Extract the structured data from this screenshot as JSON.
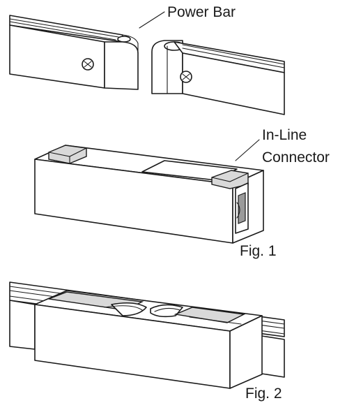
{
  "labels": {
    "power_bar": "Power Bar",
    "in_line_line1": "In-Line",
    "in_line_line2": "Connector",
    "fig1": "Fig. 1",
    "fig2": "Fig. 2"
  }
}
